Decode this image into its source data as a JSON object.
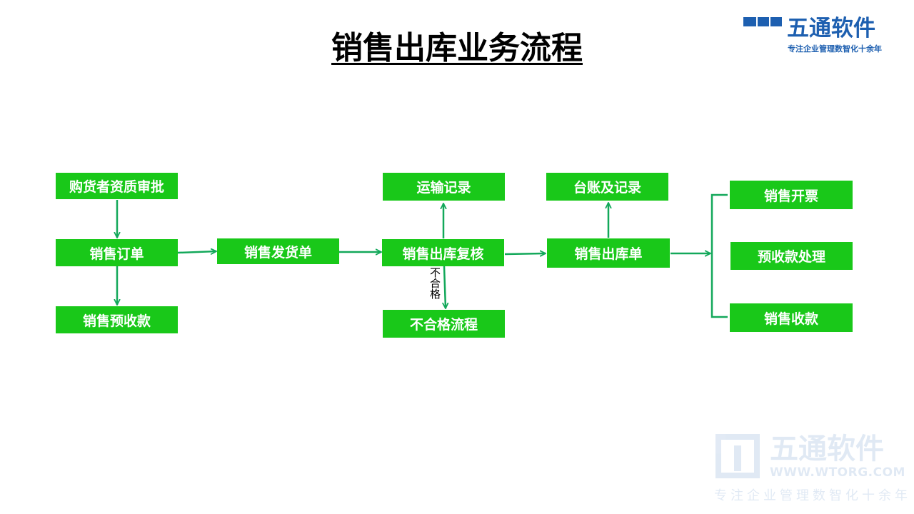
{
  "title": "销售出库业务流程",
  "logo": {
    "name": "五通软件",
    "slogan": "专注企业管理数智化十余年",
    "accent": "#1d5fb0"
  },
  "watermark": {
    "name": "五通软件",
    "url": "WWW.WTORG.COM",
    "slogan": "专注企业管理数智化十余年"
  },
  "colors": {
    "box_fill": "#19c819",
    "box_text": "#ffffff",
    "arrow": "#13a85a"
  },
  "nodes": {
    "buyer_approval": "购货者资质审批",
    "sales_order": "销售订单",
    "sales_prepayment": "销售预收款",
    "delivery_note": "销售发货单",
    "outbound_review": "销售出库复核",
    "transport_record": "运输记录",
    "nonconforming_process": "不合格流程",
    "outbound_order": "销售出库单",
    "ledger_record": "台账及记录",
    "invoicing": "销售开票",
    "prepayment_handling": "预收款处理",
    "collection": "销售收款"
  },
  "edge_labels": {
    "nonconforming": "不合格"
  }
}
